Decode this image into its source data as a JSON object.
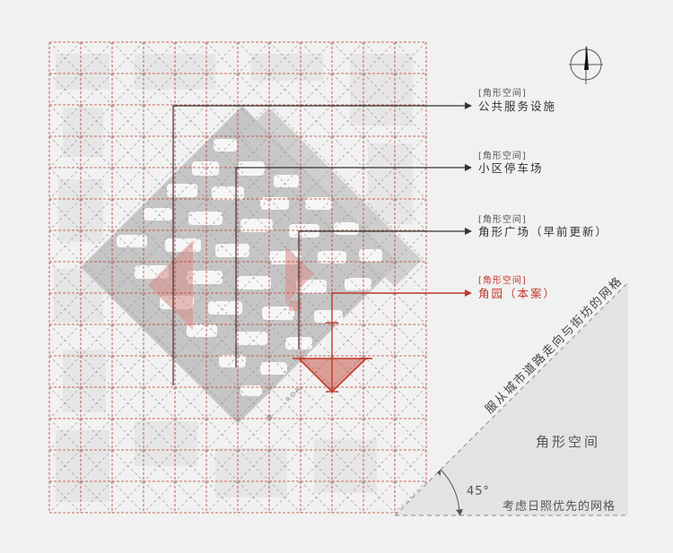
{
  "compass": {
    "icon": "north-arrow-icon"
  },
  "labels": [
    {
      "category": "[角形空间]",
      "name": "公共服务设施",
      "highlight": false
    },
    {
      "category": "[角形空间]",
      "name": "小区停车场",
      "highlight": false
    },
    {
      "category": "[角形空间]",
      "name": "角形广场（早前更新）",
      "highlight": false
    },
    {
      "category": "[角形空间]",
      "name": "角园（本案）",
      "highlight": true
    }
  ],
  "diagonal_grid_label": "服从城市道路走向与街坊的网格",
  "corner_space_label": "角形空间",
  "angle_label": "45°",
  "orthogonal_grid_label": "考虑日照优先的网格",
  "road_labels": [
    "",
    "青 ... ROA"
  ],
  "colors": {
    "grid_red": "#c0392b",
    "diagonal_gray": "#9a9a9a",
    "leader_dark": "#333333",
    "building_gray": "#8f8f8f",
    "accent_fill": "#d98b86"
  }
}
